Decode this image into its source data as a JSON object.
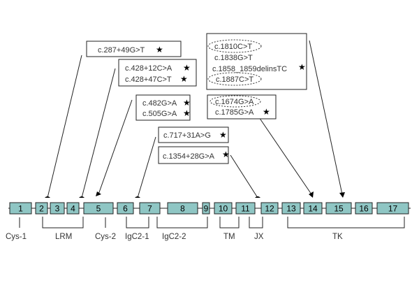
{
  "exons": [
    "1",
    "2",
    "3",
    "4",
    "5",
    "6",
    "7",
    "8",
    "9",
    "10",
    "11",
    "12",
    "13",
    "14",
    "15",
    "16",
    "17"
  ],
  "domains": [
    "Cys-1",
    "LRM",
    "Cys-2",
    "IgC2-1",
    "IgC2-2",
    "TM",
    "JX",
    "TK"
  ],
  "mutations": {
    "intron2": [
      "c.287+49G>T"
    ],
    "intron4": [
      "c.428+12C>A",
      "c.428+47C>T"
    ],
    "exon5": [
      "c.482G>A",
      "c.505G>A"
    ],
    "intron6": [
      "c.717+31A>G"
    ],
    "intron11": [
      "c.1354+28G>A"
    ],
    "exon14": [
      "c.1674G>A",
      "c.1785G>A"
    ],
    "exon15": [
      "c.1810C>T",
      "c.1838G>T",
      "c.1858_1859delinsTC",
      "c.1887C>T"
    ]
  },
  "star": "★"
}
